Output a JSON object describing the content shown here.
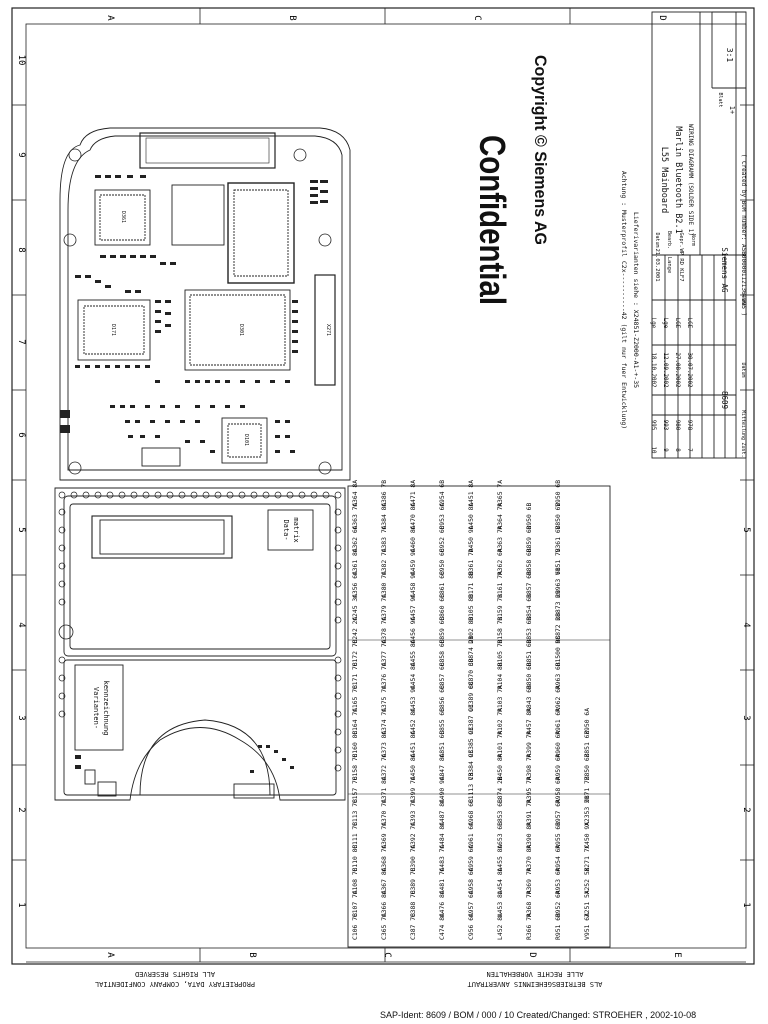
{
  "border": {
    "top_letters": [
      "A",
      "B",
      "C",
      "D"
    ],
    "bottom_letters": [
      "A",
      "B",
      "C",
      "D",
      "E"
    ],
    "side_numbers_top": [
      "10",
      "9",
      "8",
      "7",
      "6"
    ],
    "side_numbers_bottom": [
      "5",
      "4",
      "3",
      "2",
      "1"
    ]
  },
  "watermark": {
    "title": "Confidential",
    "copyright": "Copyright © Siemens AG"
  },
  "notes": {
    "line1": "Achtung : Musterprofil C2x----------42 (gilt nur fuer Entwicklung)",
    "line2": "Lieferivarianten siehe : X24851-Z2000-A1-+-35"
  },
  "title_block": {
    "title1": "L55 Mainboard",
    "title2": "Marlin Bluetooth B2.1",
    "title3": "WIRING DIAGRAMM (SOLDER SIDE 1)",
    "company": "Siemens AG",
    "doc_no": "8609",
    "bom": "( Created by BOM number: A5B00000112136-995 )",
    "scale": "3:1",
    "sheet_label": "Blatt",
    "sheet_val": "1+",
    "date_label": "Datum",
    "date_val": "21.03.2001",
    "bearb_label": "Bearb.",
    "bearb_val": "Lange",
    "gepr_label": "Gepr.",
    "gepr_val": "WP RD KLF7",
    "norm_label": "Norm",
    "name_label": "Name",
    "rev_rows": [
      {
        "zust": "10",
        "mitt": "995",
        "datum": "18.10.2002",
        "name": "Lge"
      },
      {
        "zust": "9",
        "mitt": "993",
        "datum": "12.09.2002",
        "name": "Lge"
      },
      {
        "zust": "8",
        "mitt": "980",
        "datum": "27.08.2002",
        "name": "LGE"
      },
      {
        "zust": "7",
        "mitt": "978",
        "datum": "30.07.2002",
        "name": "LGE"
      }
    ],
    "zust_label": "Zust.",
    "mitt_label": "Mitteilung",
    "datum_label": "Datum"
  },
  "board_labels": {
    "datamatrix1": "Data-",
    "datamatrix2": "matrix",
    "variant1": "Varianten-",
    "variant2": "kennzeichnung",
    "connector": "X271",
    "ic1": "D361",
    "ic2": "D171",
    "ic3": "D301",
    "ic4": "D101"
  },
  "parts_table": [
    [
      "C106 7B",
      "C107 7A",
      "C108 7B",
      "C110 8B",
      "C111 7B",
      "C113 7B",
      "C157 7B",
      "C158 7B",
      "C160 8B",
      "C164 7A",
      "C165 7B",
      "C171 7B",
      "C172 7B",
      "C242 2A",
      "C245 3A",
      "C356 6A",
      "C361 8A",
      "C362 6A",
      "C363 7A",
      "C364 8A"
    ],
    [
      "C365 7A",
      "C366 8A",
      "C367 8A",
      "C368 7A",
      "C369 7A",
      "C370 7A",
      "C371 8A",
      "C372 7A",
      "C373 8A",
      "C374 7A",
      "C375 7A",
      "C376 7A",
      "C377 7A",
      "C378 7A",
      "C379 7A",
      "C380 7A",
      "C382 7A",
      "C383 7A",
      "C384 8A",
      "C386 7B"
    ],
    [
      "C387 7B",
      "C388 7B",
      "C389 7B",
      "C390 7A",
      "C392 7A",
      "C393 7A",
      "C399 7A",
      "C450 8A",
      "C451 8A",
      "C452 8A",
      "C453 9A",
      "C454 8A",
      "C455 8A",
      "C456 9A",
      "C457 9A",
      "C458 9A",
      "C459 9A",
      "C460 8A",
      "C470 8A",
      "C471 8A"
    ],
    [
      "C474 8A",
      "C476 8A",
      "C481 7A",
      "C483 7A",
      "C484 8A",
      "C487 8A",
      "C490 9A",
      "C847 8A",
      "C851 6B",
      "C855 6B",
      "C856 6B",
      "C857 6B",
      "C858 6B",
      "C859 6B",
      "C860 6B",
      "C861 6B",
      "C950 6B",
      "C952 6B",
      "C953 6A",
      "C954 6B"
    ],
    [
      "C956 6A",
      "C957 6A",
      "C958 6A",
      "C959 6A",
      "C961 6A",
      "C968 6B",
      "C1113 7B",
      "C3384 9C",
      "C3385 9C",
      "C3387 9C",
      "C3389 8C",
      "C8870 3B",
      "C8874 2B",
      "D102 8B",
      "D105 8B",
      "D171 8B",
      "D361 7A",
      "D450 9A",
      "L450 8A",
      "L451 8A"
    ],
    [
      "L452 8A",
      "L453 8A",
      "L454 8A",
      "L455 8A",
      "L653 6B",
      "L853 6B",
      "L874 2B",
      "N450 8A",
      "R101 7A",
      "R102 7A",
      "R103 7A",
      "R104 8B",
      "R105 7B",
      "R158 7B",
      "R159 7B",
      "R161 7A",
      "R362 6A",
      "R363 7A",
      "R364 7A",
      "R365 7A"
    ],
    [
      "R366 7A",
      "R368 7A",
      "R369 7A",
      "R370 8A",
      "R390 8A",
      "R391 7A",
      "R395 7A",
      "R398 7A",
      "R399 7A",
      "R457 8A",
      "R843 6B",
      "R850 6B",
      "R851 6B",
      "R853 6B",
      "R854 6B",
      "R857 6B",
      "R858 6B",
      "R859 6B",
      "R950 6B",
      ""
    ],
    [
      "R951 6B",
      "R952 6A",
      "R953 6A",
      "R954 6A",
      "R955 6B",
      "R957 6A",
      "R958 6A",
      "R959 6A",
      "R960 6A",
      "R961 6A",
      "R962 6A",
      "R963 6B",
      "R1500 9C",
      "R8872 2B",
      "R8873 2B",
      "R9963 6B",
      "V151 7B",
      "V361 6B",
      "V850 6B",
      "V950 6B"
    ],
    [
      "V951 6A",
      "Z251 5A",
      "X252 5B",
      "X271 7C",
      "X450 9A",
      "X2353 9B",
      "Z171 7B",
      "Z850 6B",
      "Z851 6B",
      "Z950 6A",
      "",
      "",
      "",
      "",
      "",
      "",
      "",
      "",
      "",
      ""
    ]
  ],
  "footer": "SAP-Ident: 8609 / BOM / 000 / 10    Created/Changed: STROEHER , 2002-10-08",
  "rights_left1": "PROPRIETARY DATA, COMPANY CONFIDENTIAL",
  "rights_left2": "ALL RIGHTS RESERVED",
  "rights_right1": "ALS BETRIEBSGEHEIMNIS ANVERTRAUT",
  "rights_right2": "ALLE RECHTE VORBEHALTEN"
}
